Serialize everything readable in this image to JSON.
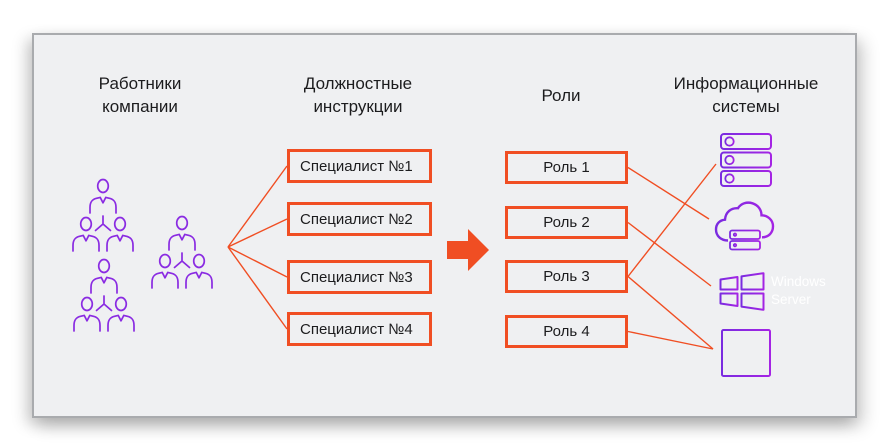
{
  "headers": {
    "employees": "Работники компании",
    "jobs": "Должностные инструкции",
    "roles": "Роли",
    "systems": "Информационные системы"
  },
  "jobs": {
    "items": [
      "Специалист №1",
      "Специалист №2",
      "Специалист №3",
      "Специалист №4"
    ]
  },
  "roles": {
    "items": [
      "Роль 1",
      "Роль 2",
      "Роль 3",
      "Роль 4"
    ]
  },
  "systems": {
    "windows_label": "Windows Server",
    "icons": [
      "server-stack-icon",
      "cloud-server-icon",
      "windows-logo-icon",
      "code-window-icon"
    ]
  },
  "employees": {
    "icons": [
      "team-icon",
      "team-icon",
      "team-icon"
    ]
  },
  "connections": {
    "fan": "employees -> Специалист №1..№4",
    "arrow": "Должностные инструкции -> Роли",
    "edges": [
      {
        "from": "Роль 1",
        "to": "cloud-server-icon"
      },
      {
        "from": "Роль 2",
        "to": "windows-logo-icon"
      },
      {
        "from": "Роль 3",
        "to": "server-stack-icon"
      },
      {
        "from": "Роль 3",
        "to": "code-window-icon"
      },
      {
        "from": "Роль 4",
        "to": "code-window-icon"
      }
    ]
  },
  "colors": {
    "accent": "#f04e23",
    "purple_a": "#7a2be0",
    "purple_b": "#a424e4",
    "purple_people": "#8a2be2",
    "text_dark": "#1c1c1e",
    "panel_bg": "#eff0f2",
    "panel_border": "#a9abae",
    "windows_text": "#ffffff"
  }
}
